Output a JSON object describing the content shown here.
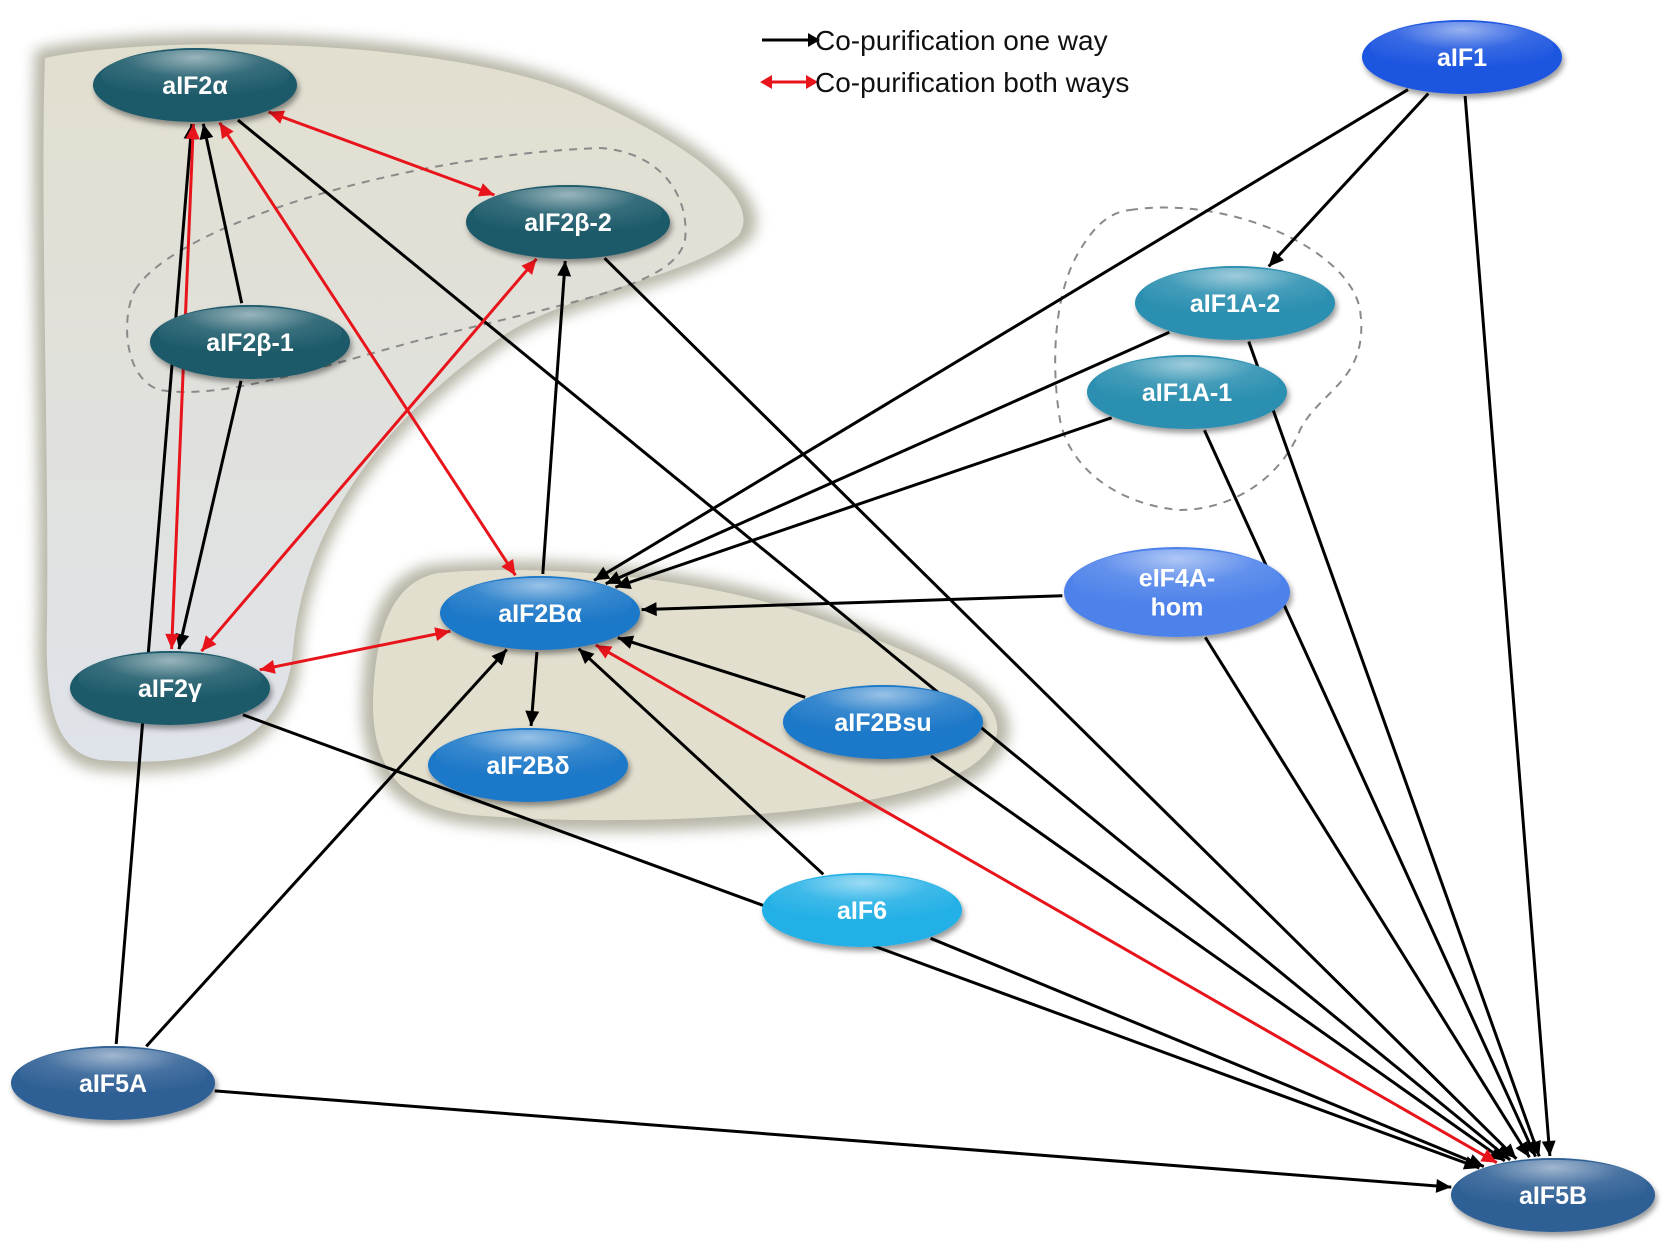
{
  "legend": {
    "one_way": {
      "label": "Co-purification one way",
      "color": "#000000"
    },
    "both_ways": {
      "label": "Co-purification both ways",
      "color": "#e8141b"
    }
  },
  "nodes": [
    {
      "id": "aIF2a",
      "label": [
        "aIF2α"
      ],
      "color": "#1f5a6a"
    },
    {
      "id": "aIF2b2",
      "label": [
        "aIF2β-2"
      ],
      "color": "#1f5a6a"
    },
    {
      "id": "aIF2b1",
      "label": [
        "aIF2β-1"
      ],
      "color": "#1f5a6a"
    },
    {
      "id": "aIF2g",
      "label": [
        "aIF2γ"
      ],
      "color": "#1f5a6a"
    },
    {
      "id": "aIF2Ba",
      "label": [
        "aIF2Bα"
      ],
      "color": "#1c78c8"
    },
    {
      "id": "aIF2Bd",
      "label": [
        "aIF2Bδ"
      ],
      "color": "#1c78c8"
    },
    {
      "id": "aIF2Bsu",
      "label": [
        "aIF2Bsu"
      ],
      "color": "#1c78c8"
    },
    {
      "id": "aIF6",
      "label": [
        "aIF6"
      ],
      "color": "#22b0e6"
    },
    {
      "id": "aIF1",
      "label": [
        "aIF1"
      ],
      "color": "#1f55e0"
    },
    {
      "id": "aIF1A2",
      "label": [
        "aIF1A-2"
      ],
      "color": "#2a8fb0"
    },
    {
      "id": "aIF1A1",
      "label": [
        "aIF1A-1"
      ],
      "color": "#2a8fb0"
    },
    {
      "id": "eIF4A",
      "label": [
        "eIF4A-",
        "hom"
      ],
      "color": "#4d82ea"
    },
    {
      "id": "aIF5A",
      "label": [
        "aIF5A"
      ],
      "color": "#2d5e95"
    },
    {
      "id": "aIF5B",
      "label": [
        "aIF5B"
      ],
      "color": "#2d5e95"
    }
  ],
  "edges": [
    {
      "from": "aIF2b1",
      "to": "aIF2a",
      "kind": "one_way"
    },
    {
      "from": "aIF2b1",
      "to": "aIF2g",
      "kind": "one_way"
    },
    {
      "from": "aIF2Ba",
      "to": "aIF2b2",
      "kind": "one_way"
    },
    {
      "from": "aIF2Ba",
      "to": "aIF2Bd",
      "kind": "one_way"
    },
    {
      "from": "aIF2Bsu",
      "to": "aIF2Ba",
      "kind": "one_way"
    },
    {
      "from": "aIF6",
      "to": "aIF2Ba",
      "kind": "one_way"
    },
    {
      "from": "aIF5A",
      "to": "aIF2a",
      "kind": "one_way"
    },
    {
      "from": "aIF5A",
      "to": "aIF2Ba",
      "kind": "one_way"
    },
    {
      "from": "aIF5A",
      "to": "aIF5B",
      "kind": "one_way"
    },
    {
      "from": "aIF1",
      "to": "aIF1A2",
      "kind": "one_way"
    },
    {
      "from": "aIF1",
      "to": "aIF2Ba",
      "kind": "one_way"
    },
    {
      "from": "aIF1",
      "to": "aIF5B",
      "kind": "one_way"
    },
    {
      "from": "aIF1A2",
      "to": "aIF2Ba",
      "kind": "one_way"
    },
    {
      "from": "aIF1A1",
      "to": "aIF2Ba",
      "kind": "one_way"
    },
    {
      "from": "eIF4A",
      "to": "aIF2Ba",
      "kind": "one_way"
    },
    {
      "from": "aIF1A2",
      "to": "aIF5B",
      "kind": "one_way"
    },
    {
      "from": "aIF1A1",
      "to": "aIF5B",
      "kind": "one_way"
    },
    {
      "from": "eIF4A",
      "to": "aIF5B",
      "kind": "one_way"
    },
    {
      "from": "aIF2a",
      "to": "aIF5B",
      "kind": "one_way"
    },
    {
      "from": "aIF2b2",
      "to": "aIF5B",
      "kind": "one_way"
    },
    {
      "from": "aIF2g",
      "to": "aIF5B",
      "kind": "one_way"
    },
    {
      "from": "aIF2Bsu",
      "to": "aIF5B",
      "kind": "one_way"
    },
    {
      "from": "aIF6",
      "to": "aIF5B",
      "kind": "one_way"
    },
    {
      "from": "aIF2a",
      "to": "aIF2b2",
      "kind": "both_ways"
    },
    {
      "from": "aIF2a",
      "to": "aIF2g",
      "kind": "both_ways"
    },
    {
      "from": "aIF2a",
      "to": "aIF2Ba",
      "kind": "both_ways"
    },
    {
      "from": "aIF2b2",
      "to": "aIF2g",
      "kind": "both_ways"
    },
    {
      "from": "aIF2g",
      "to": "aIF2Ba",
      "kind": "both_ways"
    },
    {
      "from": "aIF2Ba",
      "to": "aIF5B",
      "kind": "both_ways"
    }
  ]
}
